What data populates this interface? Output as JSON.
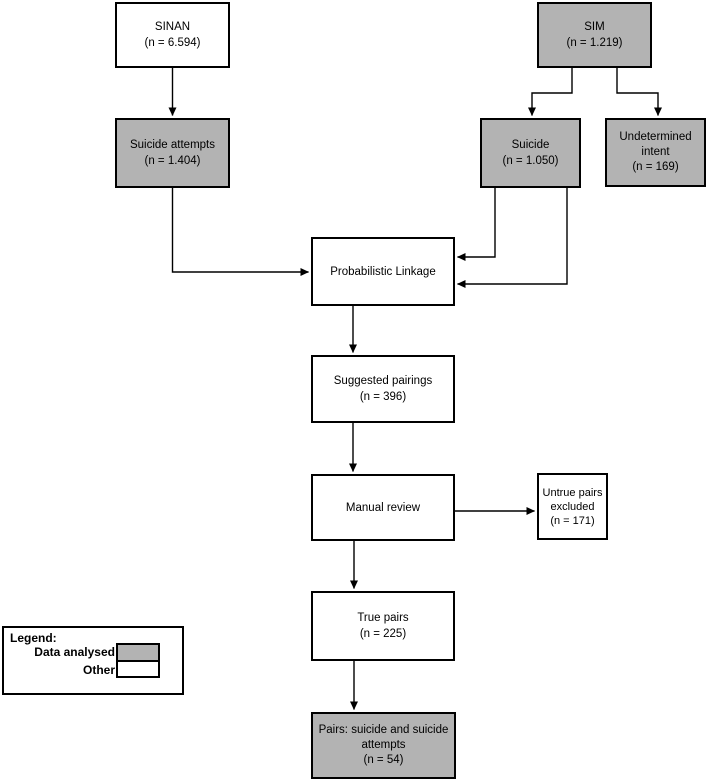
{
  "figure_type": "flowchart",
  "colors": {
    "data_analysed_fill": "#b3b3b3",
    "other_fill": "#ffffff",
    "border": "#000000"
  },
  "nodes": {
    "sinan": {
      "label": "SINAN",
      "count": "(n = 6.594)",
      "style": "other"
    },
    "sim": {
      "label": "SIM",
      "count": "(n = 1.219)",
      "style": "data-analysed"
    },
    "suicide_attempts": {
      "label": "Suicide attempts",
      "count": "(n = 1.404)",
      "style": "data-analysed"
    },
    "suicide": {
      "label": "Suicide",
      "count": "(n = 1.050)",
      "style": "data-analysed"
    },
    "undetermined_intent": {
      "label": "Undetermined intent",
      "count": "(n = 169)",
      "style": "data-analysed"
    },
    "probabilistic_linkage": {
      "label": "Probabilistic Linkage",
      "style": "other"
    },
    "suggested_pairings": {
      "label": "Suggested pairings",
      "count": "(n = 396)",
      "style": "other"
    },
    "manual_review": {
      "label": "Manual review",
      "style": "other"
    },
    "untrue_pairs_excluded": {
      "label": "Untrue pairs excluded",
      "count": "(n = 171)",
      "style": "other"
    },
    "true_pairs": {
      "label": "True pairs",
      "count": "(n = 225)",
      "style": "other"
    },
    "pairs_final": {
      "label": "Pairs: suicide and suicide attempts",
      "count": "(n = 54)",
      "style": "data-analysed"
    }
  },
  "edges": [
    {
      "from": "sinan",
      "to": "suicide_attempts"
    },
    {
      "from": "sim",
      "to": "suicide"
    },
    {
      "from": "sim",
      "to": "undetermined_intent"
    },
    {
      "from": "suicide_attempts",
      "to": "probabilistic_linkage"
    },
    {
      "from": "suicide",
      "to": "probabilistic_linkage"
    },
    {
      "from": "suicide",
      "to": "probabilistic_linkage"
    },
    {
      "from": "probabilistic_linkage",
      "to": "suggested_pairings"
    },
    {
      "from": "suggested_pairings",
      "to": "manual_review"
    },
    {
      "from": "manual_review",
      "to": "untrue_pairs_excluded"
    },
    {
      "from": "manual_review",
      "to": "true_pairs"
    },
    {
      "from": "true_pairs",
      "to": "pairs_final"
    }
  ],
  "legend": {
    "title": "Legend:",
    "items": [
      {
        "label": "Data analysed",
        "style": "data-analysed"
      },
      {
        "label": "Other",
        "style": "other"
      }
    ]
  }
}
